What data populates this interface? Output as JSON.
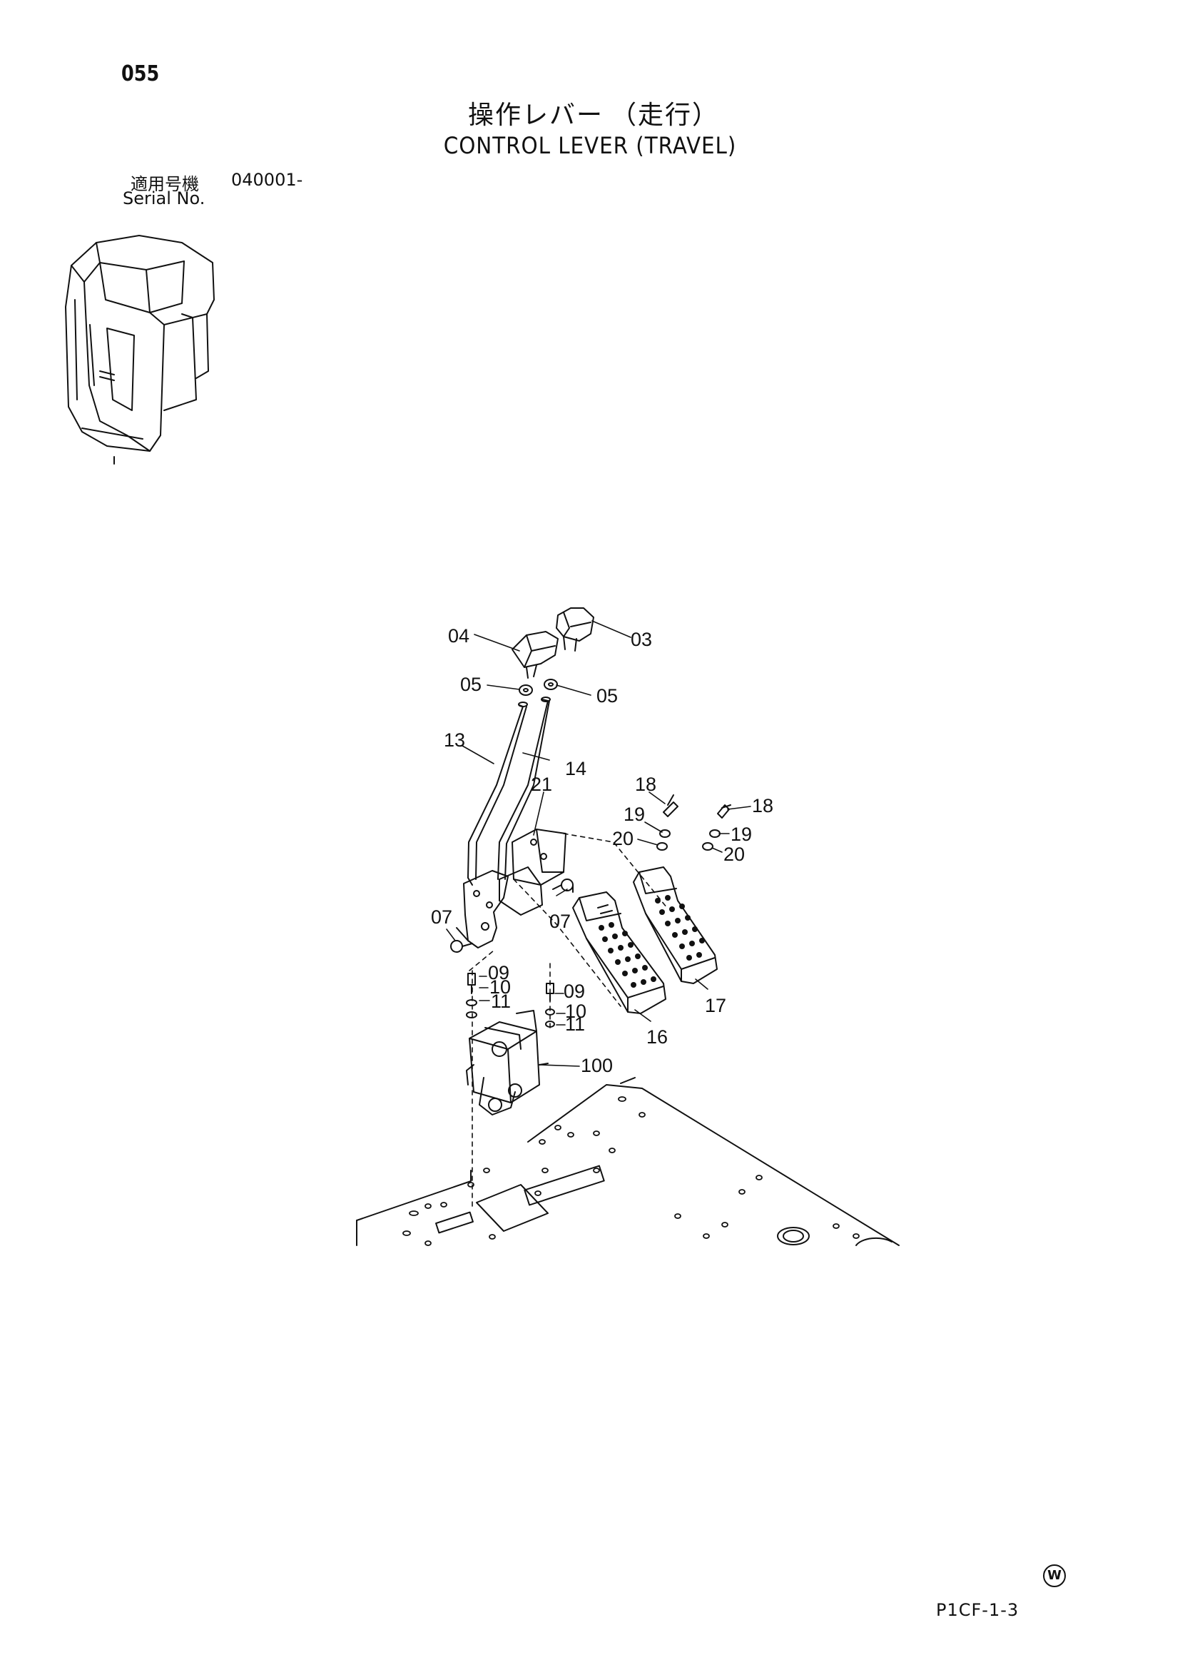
{
  "page_number": "055",
  "title_ja": "操作レバー",
  "title_ja_paren": "（走行）",
  "title_en": "CONTROL LEVER (TRAVEL)",
  "serial": {
    "label_ja": "適用号機",
    "label_en": "Serial No.",
    "value": "040001-"
  },
  "callouts": {
    "c03": "03",
    "c04": "04",
    "c05a": "05",
    "c05b": "05",
    "c13": "13",
    "c14": "14",
    "c21": "21",
    "c18a": "18",
    "c18b": "18",
    "c19a": "19",
    "c19b": "19",
    "c20a": "20",
    "c20b": "20",
    "c07a": "07",
    "c07b": "07",
    "c09a": "09",
    "c09b": "09",
    "c10a": "10",
    "c10b": "10",
    "c11a": "11",
    "c11b": "11",
    "c16": "16",
    "c17": "17",
    "c100": "100"
  },
  "footer": {
    "mark": "W",
    "code": "P1CF-1-3"
  }
}
